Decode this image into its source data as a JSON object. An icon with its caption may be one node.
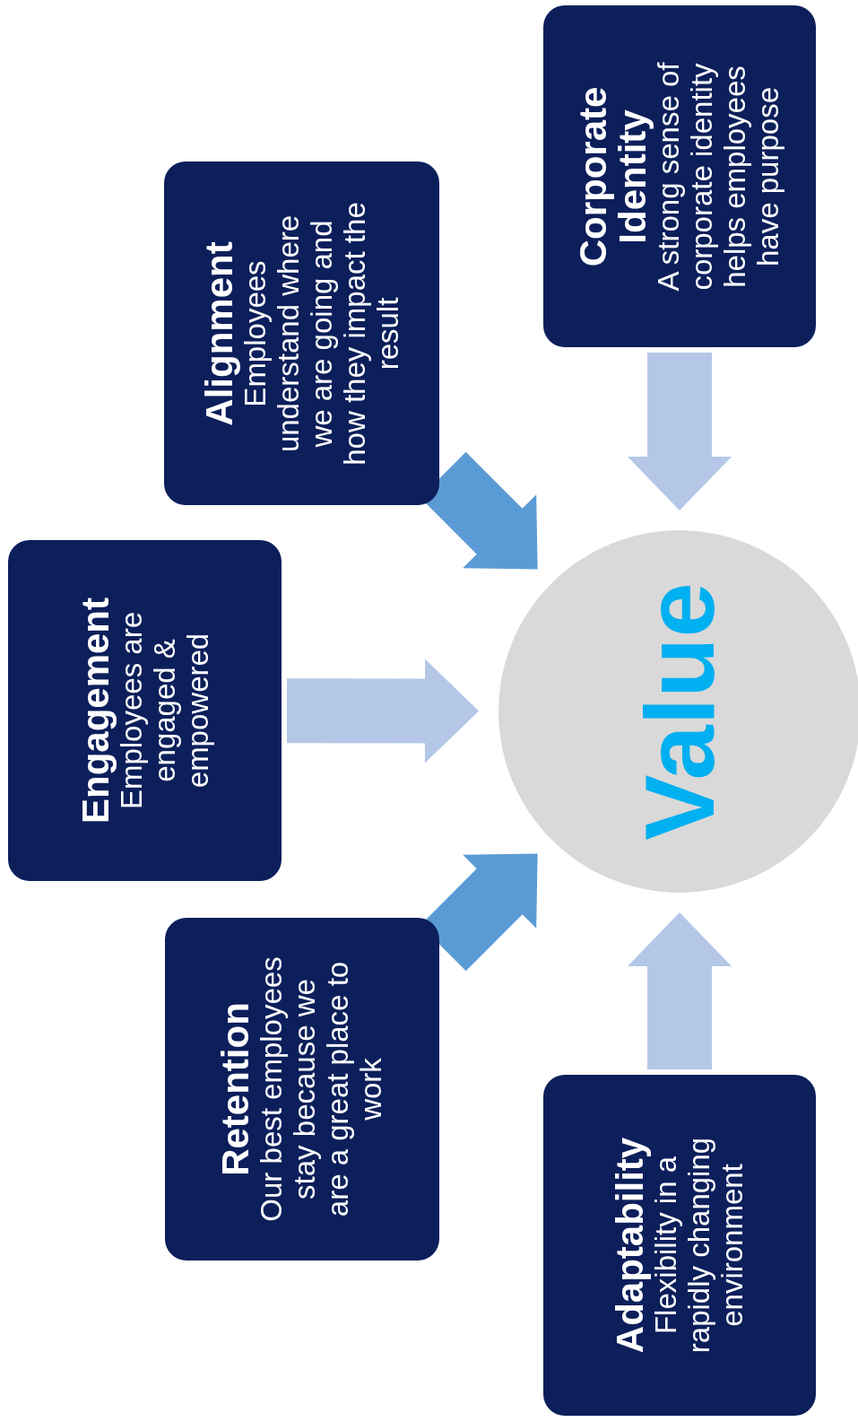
{
  "diagram": {
    "nodes": [
      {
        "text": [
          "Corporate Identity",
          "A strong sense of corporate identity helps employees have purpose"
        ]
      },
      {
        "text": [
          "Alignment",
          "Employees understand where we are going and how they impact the result"
        ]
      },
      {
        "text": [
          "Engagement",
          "Employees are engaged & empowered"
        ]
      },
      {
        "text": [
          "Retention",
          "Our best employees stay because we are a great place to work"
        ]
      },
      {
        "text": [
          "Adaptability",
          "Flexibility in a rapidly changing environment"
        ]
      },
      {
        "text": [
          "Value"
        ]
      }
    ],
    "edges": [
      {
        "from": 0,
        "to": 5,
        "arrow": "to"
      },
      {
        "from": 1,
        "to": 5,
        "arrow": "to",
        "color": "#5b9bd5"
      },
      {
        "from": 2,
        "to": 5,
        "arrow": "to"
      },
      {
        "from": 3,
        "to": 5,
        "arrow": "to",
        "color": "#5b9bd5"
      },
      {
        "from": 4,
        "to": 5,
        "arrow": "to"
      }
    ]
  }
}
